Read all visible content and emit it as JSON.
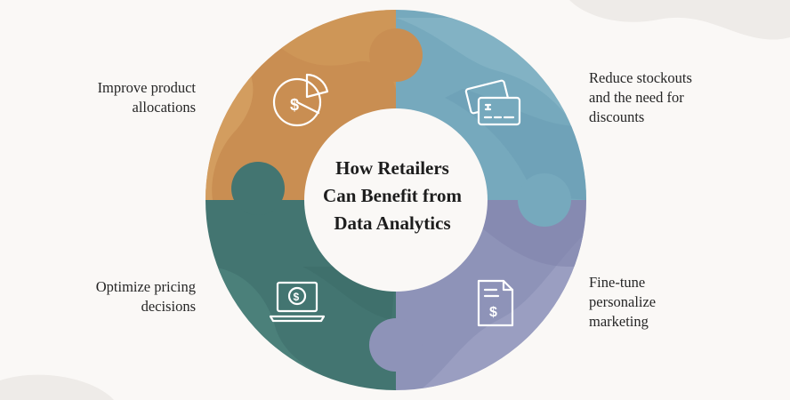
{
  "title": {
    "lines": [
      "How Retailers",
      "Can Benefit from",
      "Data Analytics"
    ]
  },
  "segments": [
    {
      "position": "top-left",
      "lines": [
        "Improve product",
        "allocations"
      ],
      "icon": "pie-chart-dollar-icon",
      "color": "#c98e52"
    },
    {
      "position": "top-right",
      "lines": [
        "Reduce stockouts",
        "and the need for",
        "discounts"
      ],
      "icon": "credit-cards-icon",
      "color": "#76a9bd"
    },
    {
      "position": "bottom-right",
      "lines": [
        "Fine-tune",
        "personalize",
        "marketing"
      ],
      "icon": "invoice-dollar-icon",
      "color": "#8e93b8"
    },
    {
      "position": "bottom-left",
      "lines": [
        "Optimize pricing",
        "decisions"
      ],
      "icon": "laptop-dollar-icon",
      "color": "#437571"
    }
  ]
}
